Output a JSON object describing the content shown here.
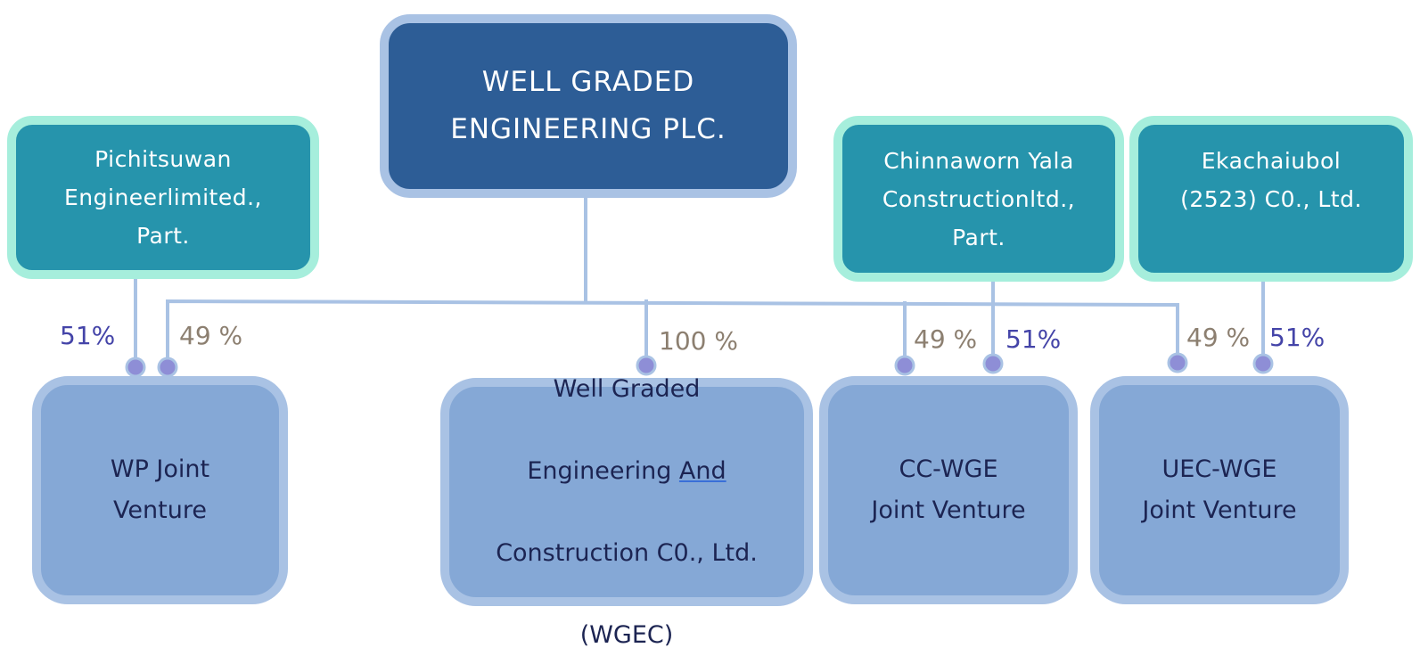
{
  "parent": {
    "name": "WELL  GRADED\nENGINEERING   PLC."
  },
  "partners": {
    "pichitsuwan": "Pichitsuwan\nEngineerlimited.,\nPart.",
    "chinnaworn": "Chinnaworn Yala\nConstructionltd.,\nPart.",
    "ekachaiubol": "Ekachaiubol\n(2523) C0., Ltd."
  },
  "children": {
    "wp_jv": "WP Joint\nVenture",
    "wgec": {
      "line1": "Well Graded",
      "line2_pre": "Engineering ",
      "line2_underlined": "And",
      "line3": "Construction C0., Ltd.",
      "line4": "(WGEC)"
    },
    "cc_wge": "CC-WGE\nJoint Venture",
    "uec_wge": "UEC-WGE\nJoint Venture"
  },
  "percentages": {
    "wp_partner": "51%",
    "wp_wge": "49 %",
    "wgec": "100 %",
    "cc_wge": "49 %",
    "cc_partner": "51%",
    "uec_wge": "49 %",
    "uec_partner": "51%"
  },
  "colors": {
    "parent_fill": "#2d5d96",
    "parent_border": "#a9c2e4",
    "partner_fill": "#2694ac",
    "partner_border": "#a6eedc",
    "child_fill": "#85a8d6",
    "connector": "#a9c2e4",
    "connector_dot": "#8e8ed6",
    "wge_share_text": "#8c7f70",
    "partner_share_text": "#4444a8"
  }
}
